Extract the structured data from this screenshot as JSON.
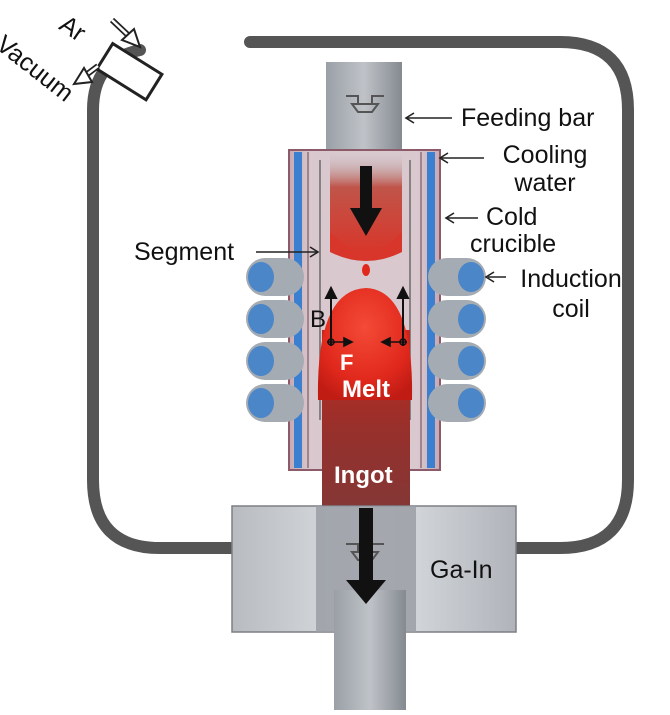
{
  "labels": {
    "ar": "Ar",
    "vacuum": "Vacuum",
    "feeding_bar": "Feeding bar",
    "cooling_water_1": "Cooling",
    "cooling_water_2": "water",
    "cold_crucible_1": "Cold",
    "cold_crucible_2": "crucible",
    "segment": "Segment",
    "induction_coil_1": "Induction",
    "induction_coil_2": "coil",
    "b": "B",
    "f": "F",
    "melt": "Melt",
    "ingot": "Ingot",
    "ga_in": "Ga-In"
  },
  "colors": {
    "chamber_outline": "#555555",
    "bar_gray": "#8a8f96",
    "crucible_wall": "#b9aab0",
    "cooling_water": "#3a7fd0",
    "coil_ring": "#a4abb3",
    "coil_core": "#4a86c8",
    "melt_red": "#e0281c",
    "ingot_dark": "#8a2a2a",
    "ga_in_gray": "#c9ccd0",
    "arrow_black": "#111111"
  }
}
